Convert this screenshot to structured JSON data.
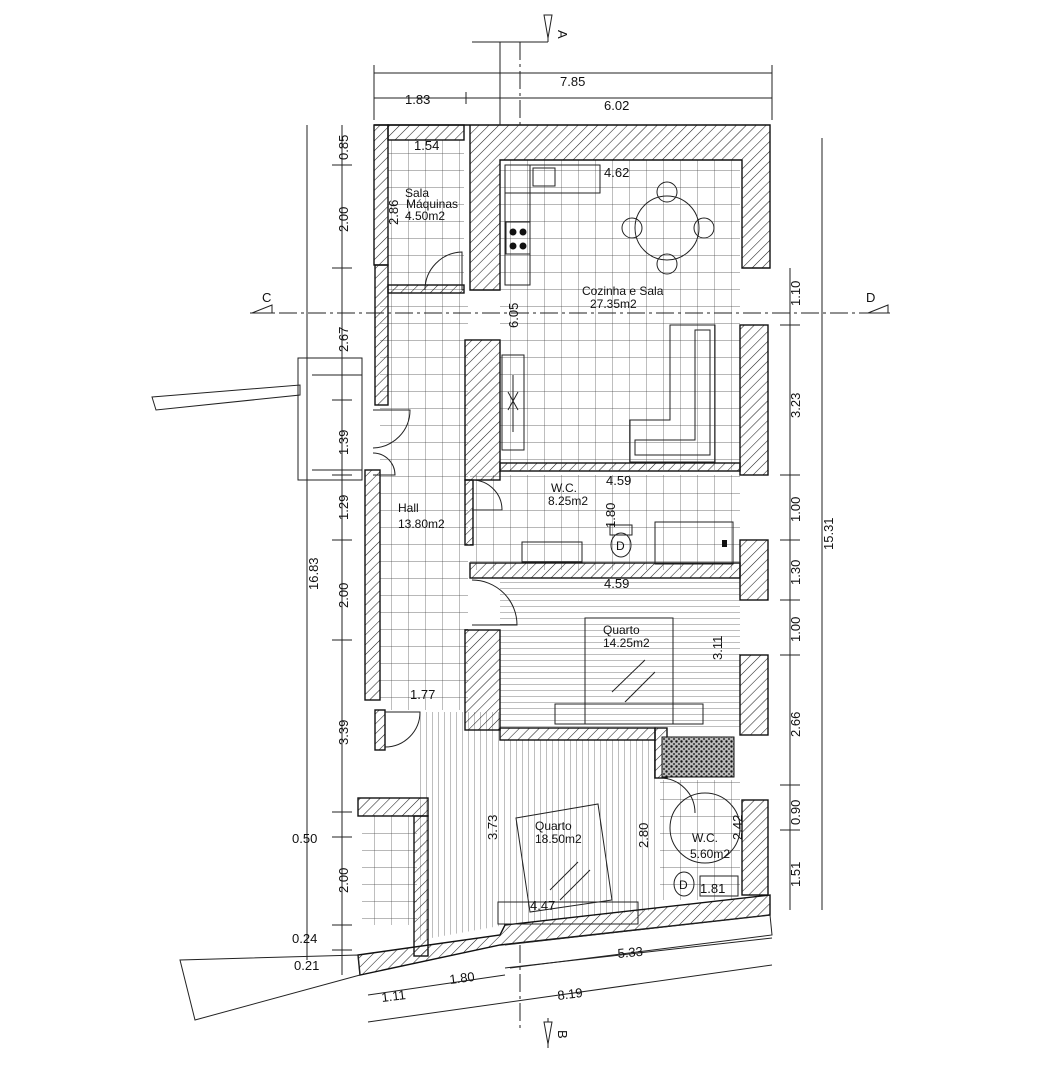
{
  "rooms": [
    {
      "id": "sala-maquinas",
      "name": "Sala\nMáquinas",
      "area": "4.50m2"
    },
    {
      "id": "cozinha-sala",
      "name": "Cozinha e Sala",
      "area": "27.35m2"
    },
    {
      "id": "wc1",
      "name": "W.C.",
      "area": "8.25m2"
    },
    {
      "id": "hall",
      "name": "Hall",
      "area": "13.80m2"
    },
    {
      "id": "quarto1",
      "name": "Quarto",
      "area": "14.25m2"
    },
    {
      "id": "quarto2",
      "name": "Quarto",
      "area": "18.50m2"
    },
    {
      "id": "wc2",
      "name": "W.C.",
      "area": "5.60m2"
    }
  ],
  "section_markers": {
    "a": "A",
    "b": "B",
    "c": "C",
    "d": "D"
  },
  "dimensions": {
    "top_total": "7.85",
    "top_left": "1.83",
    "top_right": "6.02",
    "left_total": "16.83",
    "left_segments": [
      "0.85",
      "2.00",
      "2.67",
      "1.39",
      "1.29",
      "2.00",
      "3.39",
      "0.50",
      "2.00",
      "0.24",
      "0.21"
    ],
    "right_total": "15.31",
    "right_segments": [
      "1.10",
      "3.23",
      "1.00",
      "1.30",
      "1.00",
      "2.66",
      "0.90",
      "1.51"
    ],
    "bottom_total": "8.19",
    "bottom_segments": [
      "1.11",
      "1.80",
      "5.33"
    ],
    "interior": {
      "machine_width": "1.54",
      "machine_height": "2.86",
      "kitchen_top": "4.62",
      "kitchen_depth": "6.05",
      "wc1_width": "4.59",
      "wc1_depth": "1.80",
      "quarto1_width": "4.59",
      "quarto1_depth": "3.11",
      "hall_width": "1.77",
      "quarto2_depth": "3.73",
      "quarto2_inner": "2.80",
      "quarto2_width": "4.47",
      "wc2_depth": "2.42",
      "wc2_width": "1.81"
    }
  }
}
